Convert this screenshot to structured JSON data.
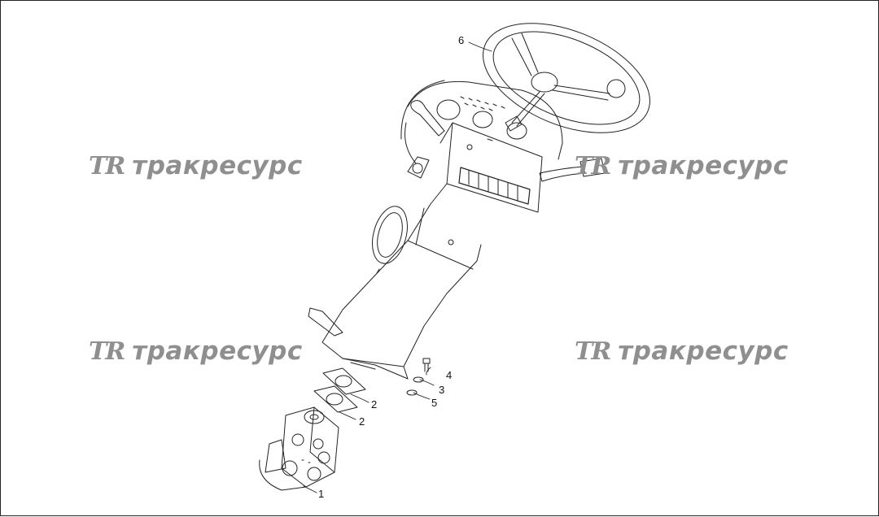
{
  "watermark": {
    "logo": "TR",
    "text": "тракресурс"
  },
  "callouts": {
    "c1": "1",
    "c2a": "2",
    "c2b": "2",
    "c3": "3",
    "c4": "4",
    "c5": "5",
    "c6": "6"
  }
}
